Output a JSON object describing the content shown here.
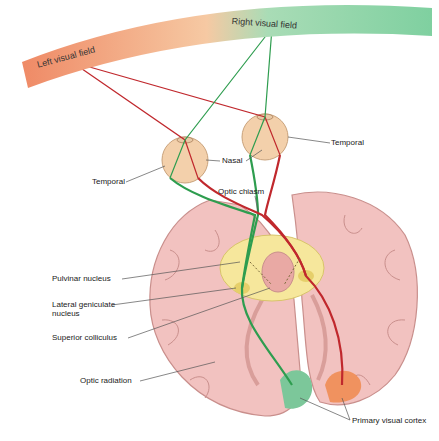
{
  "diagram": {
    "nodes": [
      {
        "text": [
          "Left visual field",
          "Right visual field"
        ]
      }
    ],
    "labels": [
      "Temporal",
      "Nasal",
      "Temporal",
      "Optic chiasm",
      "Pulvinar nucleus",
      "Lateral geniculate nucleus",
      "Superior colliculus",
      "Optic radiation",
      "Primary visual cortex"
    ]
  }
}
